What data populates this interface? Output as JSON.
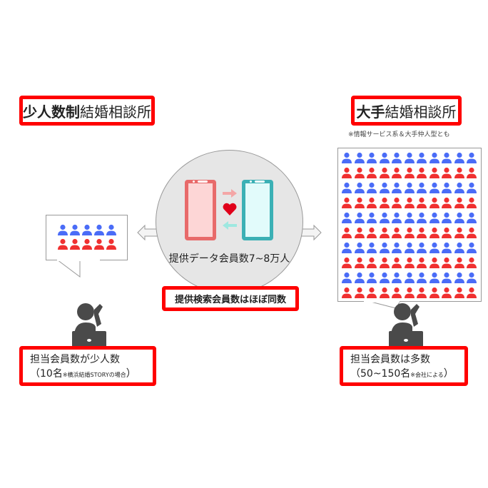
{
  "left": {
    "title_bold": "少人数制",
    "title_rest": "結婚相談所",
    "balloon": {
      "rows": [
        "blue",
        "red"
      ],
      "cols": 5
    },
    "bottom_line1": "担当会員数が少人数",
    "bottom_line2_open": "（10名",
    "bottom_line2_note": "※横浜結婚STORYの場合",
    "bottom_line2_close": "）"
  },
  "right": {
    "title_bold": "大手",
    "title_rest": "結婚相談所",
    "note": "※情報サービス系＆大手仲人型とも",
    "balloon": {
      "rows": [
        "blue",
        "red",
        "blue",
        "red",
        "blue",
        "red",
        "blue",
        "red",
        "blue",
        "red"
      ],
      "cols": 11
    },
    "bottom_line1": "担当会員数は多数",
    "bottom_line2_open": "（50~150名",
    "bottom_line2_note": "※会社による",
    "bottom_line2_close": "）"
  },
  "center": {
    "circle_text": "提供データ会員数7~8万人",
    "same_label": "提供検索会員数はほぼ同数"
  },
  "colors": {
    "blue": "#4a6cf7",
    "red": "#f03030",
    "accent": "#ff0000",
    "dark": "#4a4a4a"
  }
}
